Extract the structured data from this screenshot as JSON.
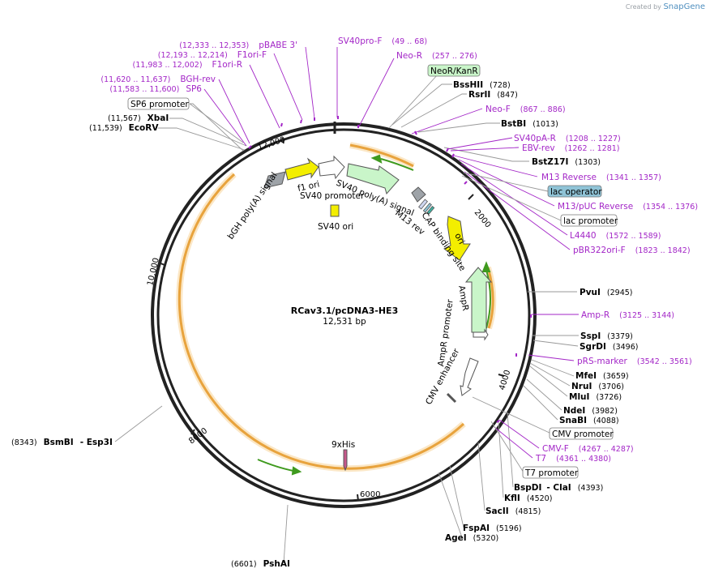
{
  "credit": {
    "prefix": "Created by",
    "brand": "SnapGene"
  },
  "plasmid": {
    "name": "RCav3.1/pcDNA3-HE3",
    "length_label": "12,531 bp"
  },
  "ticks": [
    "2000",
    "4000",
    "6000",
    "8000",
    "10,000",
    "12,000"
  ],
  "enzymes": [
    {
      "name": "BssHII",
      "pos": "(728)"
    },
    {
      "name": "RsrII",
      "pos": "(847)"
    },
    {
      "name": "BstBI",
      "pos": "(1013)"
    },
    {
      "name": "BstZ17I",
      "pos": "(1303)"
    },
    {
      "name": "PvuI",
      "pos": "(2945)"
    },
    {
      "name": "SspI",
      "pos": "(3379)"
    },
    {
      "name": "SgrDI",
      "pos": "(3496)"
    },
    {
      "name": "MfeI",
      "pos": "(3659)"
    },
    {
      "name": "NruI",
      "pos": "(3706)"
    },
    {
      "name": "MluI",
      "pos": "(3726)"
    },
    {
      "name": "NdeI",
      "pos": "(3982)"
    },
    {
      "name": "SnaBI",
      "pos": "(4088)"
    },
    {
      "name": "BspDI",
      "sep": "- ClaI",
      "pos": "(4393)"
    },
    {
      "name": "KflI",
      "pos": "(4520)"
    },
    {
      "name": "SacII",
      "pos": "(4815)"
    },
    {
      "name": "FspAI",
      "pos": "(5196)"
    },
    {
      "name": "AgeI",
      "pos": "(5320)"
    },
    {
      "name": "PshAI",
      "pos": "(6601)"
    },
    {
      "name": "BsmBI",
      "sep": "- Esp3I",
      "pos": "(8343)"
    },
    {
      "name": "EcoRV",
      "pos": "(11,539)"
    },
    {
      "name": "XbaI",
      "pos": "(11,567)"
    }
  ],
  "primers": [
    {
      "name": "SV40pro-F",
      "pos": "(49 .. 68)"
    },
    {
      "name": "Neo-R",
      "pos": "(257 .. 276)"
    },
    {
      "name": "Neo-F",
      "pos": "(867 .. 886)"
    },
    {
      "name": "SV40pA-R",
      "pos": "(1208 .. 1227)"
    },
    {
      "name": "EBV-rev",
      "pos": "(1262 .. 1281)"
    },
    {
      "name": "M13 Reverse",
      "pos": "(1341 .. 1357)"
    },
    {
      "name": "M13/pUC Reverse",
      "pos": "(1354 .. 1376)"
    },
    {
      "name": "L4440",
      "pos": "(1572 .. 1589)"
    },
    {
      "name": "pBR322ori-F",
      "pos": "(1823 .. 1842)"
    },
    {
      "name": "Amp-R",
      "pos": "(3125 .. 3144)"
    },
    {
      "name": "pRS-marker",
      "pos": "(3542 .. 3561)"
    },
    {
      "name": "CMV-F",
      "pos": "(4267 .. 4287)"
    },
    {
      "name": "T7",
      "pos": "(4361 .. 4380)"
    },
    {
      "name": "SP6",
      "pos": "(11,583 .. 11,600)"
    },
    {
      "name": "BGH-rev",
      "pos": "(11,620 .. 11,637)"
    },
    {
      "name": "F1ori-R",
      "pos": "(11,983 .. 12,002)"
    },
    {
      "name": "F1ori-F",
      "pos": "(12,193 .. 12,214)"
    },
    {
      "name": "pBABE 3'",
      "pos": "(12,333 .. 12,353)"
    }
  ],
  "outside_features": [
    "NeoR/KanR",
    "lac operator",
    "lac promoter",
    "CMV promoter",
    "T7 promoter",
    "SP6 promoter"
  ],
  "inside_features": [
    "bGH poly(A) signal",
    "f1 ori",
    "SV40 promoter",
    "SV40 ori",
    "SV40 poly(A) signal",
    "M13 rev",
    "CAP binding site",
    "ori",
    "AmpR",
    "AmpR promoter",
    "CMV enhancer",
    "9xHis"
  ],
  "colors": {
    "backbone": "#222222",
    "primer": "#a326c7",
    "orf_orange": "#e8a33d",
    "orf_pale": "#fbe7c6",
    "green_arrow": "#3f9a1e",
    "ori_yellow": "#f3ee00",
    "neo_green": "#c9f5c9",
    "lac_operator": "#8fc3d6",
    "grey_feature": "#9ea3a8"
  }
}
